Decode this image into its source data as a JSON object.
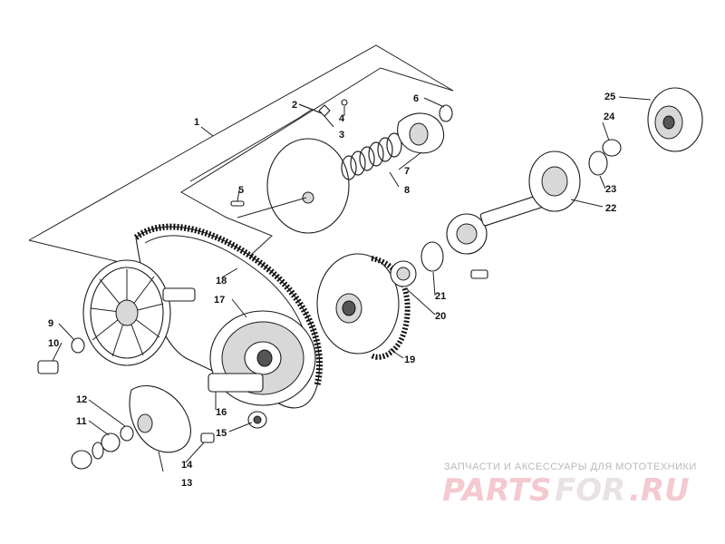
{
  "diagram": {
    "callouts": [
      "1",
      "2",
      "3",
      "4",
      "5",
      "6",
      "7",
      "8",
      "9",
      "10",
      "11",
      "12",
      "13",
      "14",
      "15",
      "16",
      "17",
      "18",
      "19",
      "20",
      "21",
      "22",
      "23",
      "24",
      "25"
    ]
  },
  "watermark": {
    "tagline": "ЗАПЧАСТИ И АКСЕССУАРЫ ДЛЯ МОТОТЕХНИКИ",
    "logo_part1": "PARTS",
    "logo_part2": "FOR",
    "logo_part3": ".RU",
    "color_primary": "#f4c9cf",
    "color_secondary": "#e9e2e3"
  }
}
